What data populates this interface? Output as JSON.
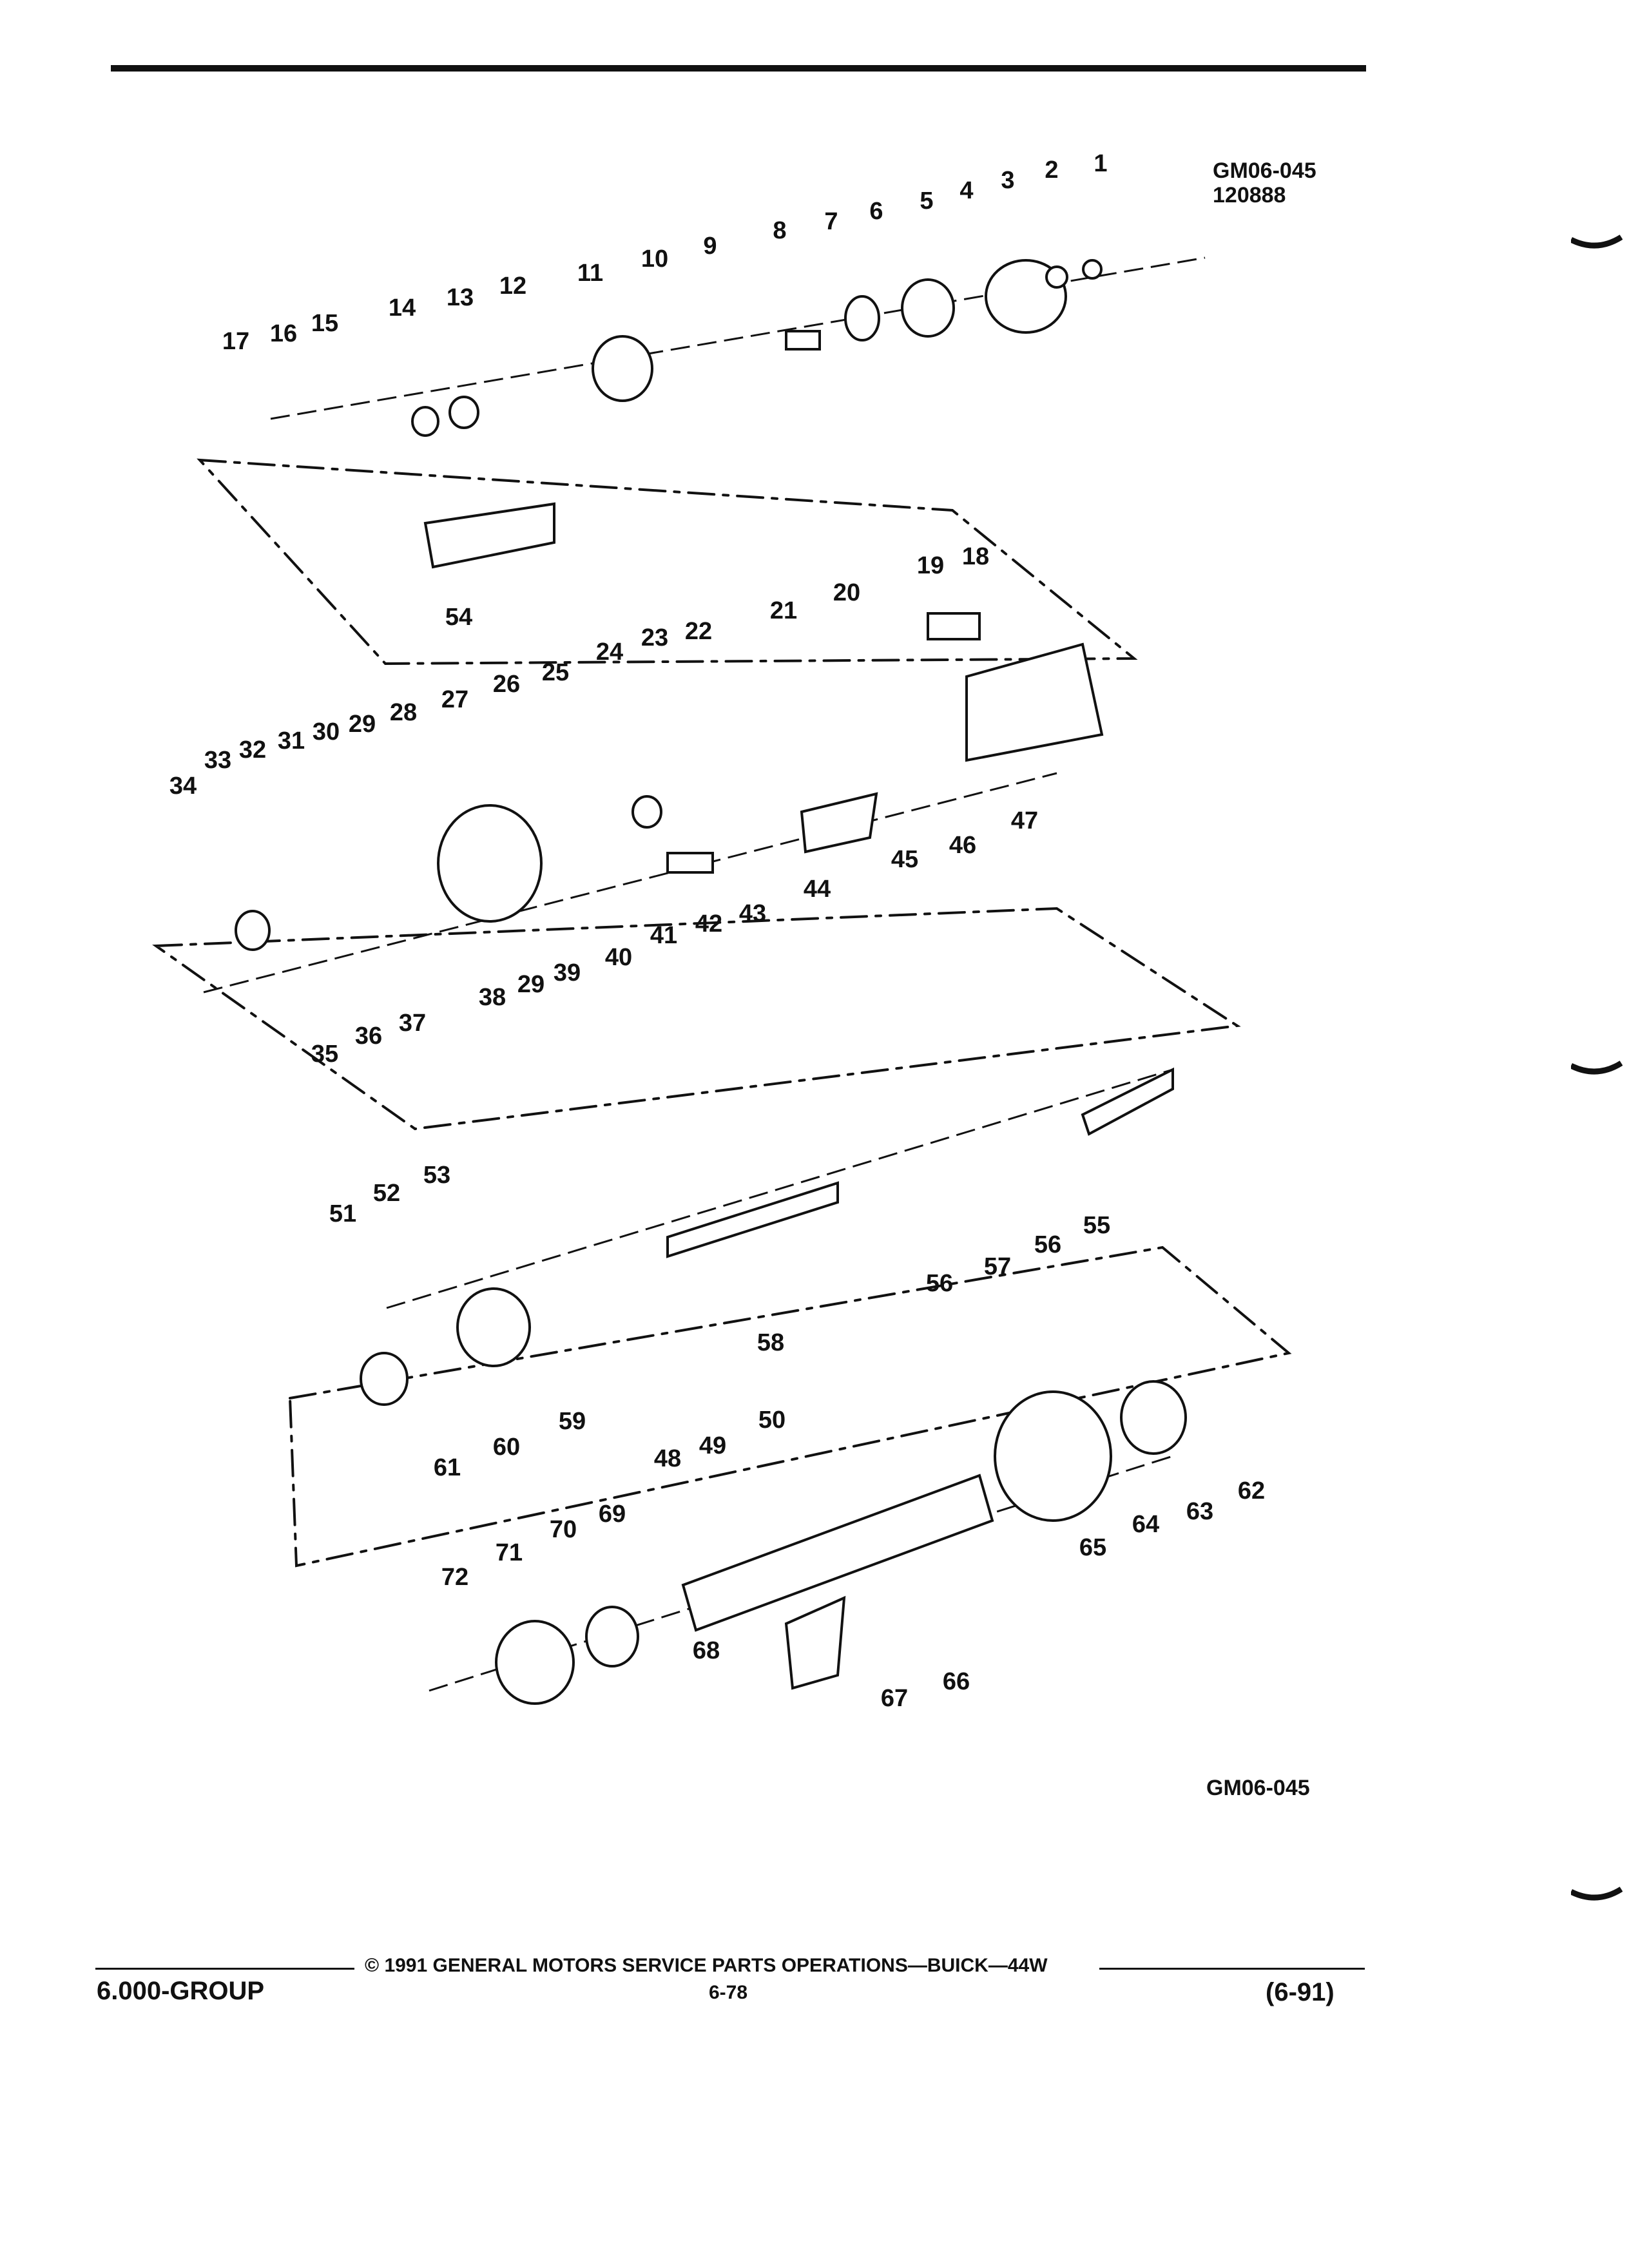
{
  "figure": {
    "code": "GM06-045",
    "date_code": "120888",
    "bottom_code": "GM06-045"
  },
  "footer": {
    "group": "6.000-GROUP",
    "copyright": "© 1991 GENERAL MOTORS SERVICE PARTS OPERATIONS—BUICK—44W",
    "page": "6-78",
    "revision": "(6-91)"
  },
  "callouts": [
    "1",
    "2",
    "3",
    "4",
    "5",
    "6",
    "7",
    "8",
    "9",
    "10",
    "11",
    "12",
    "13",
    "14",
    "15",
    "16",
    "17",
    "18",
    "19",
    "20",
    "21",
    "22",
    "23",
    "24",
    "25",
    "26",
    "27",
    "28",
    "29",
    "29",
    "30",
    "31",
    "32",
    "33",
    "34",
    "35",
    "36",
    "37",
    "38",
    "39",
    "40",
    "41",
    "42",
    "43",
    "44",
    "45",
    "46",
    "47",
    "48",
    "49",
    "50",
    "51",
    "52",
    "53",
    "54",
    "55",
    "56",
    "56",
    "57",
    "58",
    "59",
    "60",
    "61",
    "62",
    "63",
    "64",
    "65",
    "66",
    "67",
    "68",
    "69",
    "70",
    "71",
    "72"
  ]
}
